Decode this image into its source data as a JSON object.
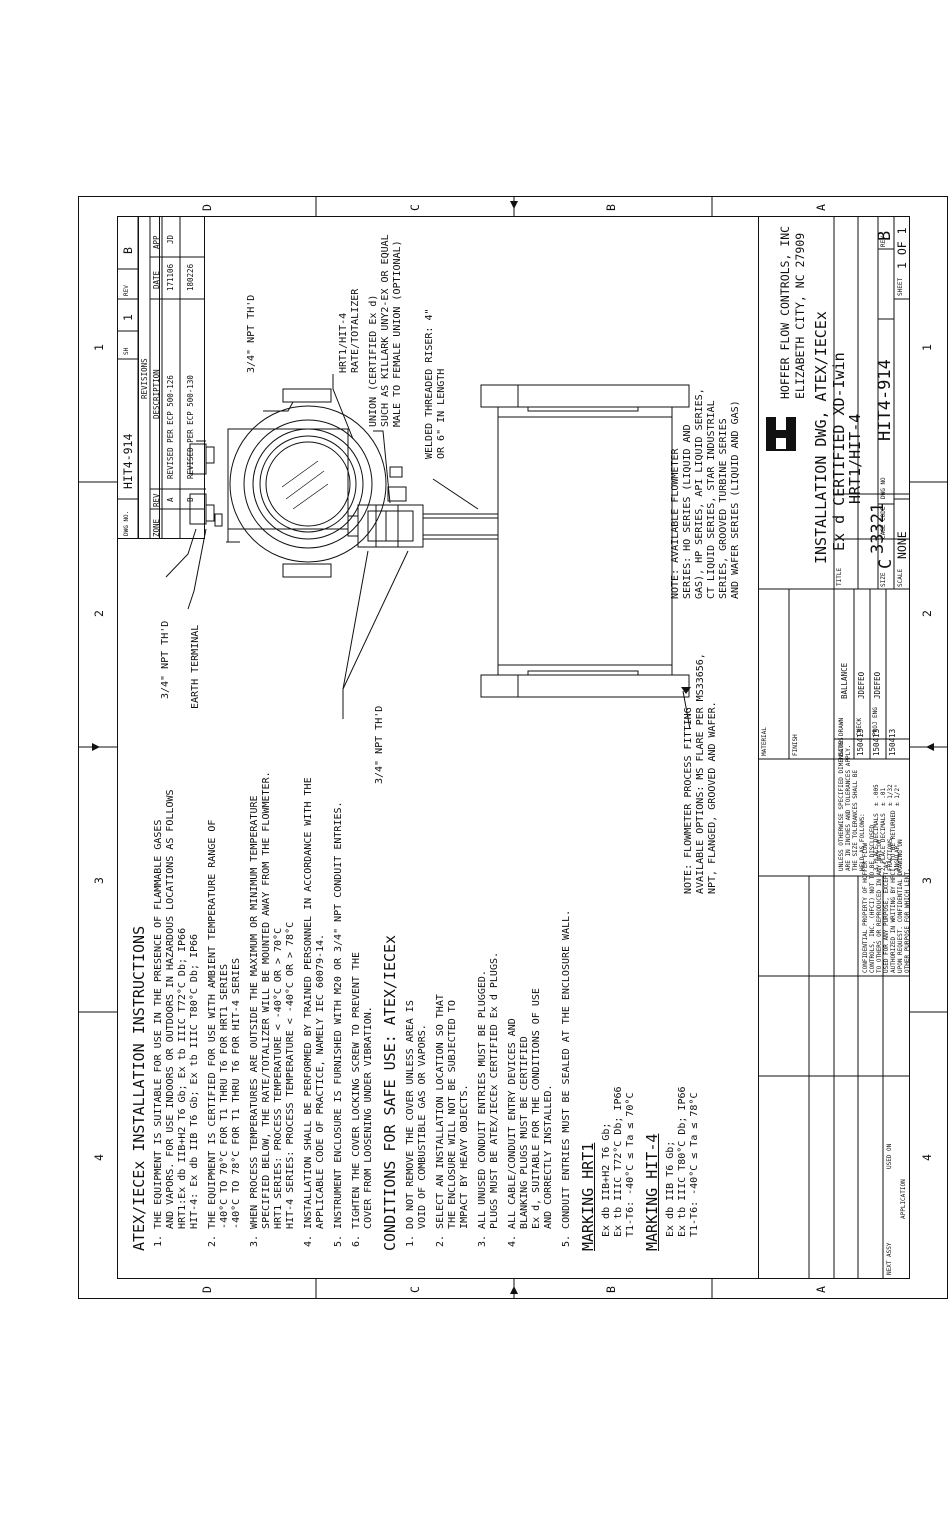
{
  "zones": {
    "columns": [
      "4",
      "3",
      "2",
      "1"
    ],
    "rows": [
      "D",
      "C",
      "B",
      "A"
    ]
  },
  "instructions": {
    "title": "ATEX/IECEx INSTALLATION INSTRUCTIONS",
    "items": [
      "1. THE EQUIPMENT IS SUITABLE FOR USE IN THE PRESENCE OF FLAMMABLE GASES\n   AND VAPORS. FOR USE INDOORS OR OUTDOORS IN HAZARDOUS LOCATIONS AS FOLLOWS\n   HRT1:Ex db IIB+H2 T6 Gb; Ex tb IIIC T72°C Db; IP66\n   HIT-4: Ex db IIB T6 Gb; Ex tb IIIC T80°C Db; IP66",
      "2. THE EQUIPMENT IS CERTIFIED FOR USE WITH AMBIENT TEMPERATURE RANGE OF\n   -40°C TO 70°C FOR T1 THRU T6 FOR HRT1 SERIES\n   -40°C TO 78°C FOR T1 THRU T6 FOR HIT-4 SERIES",
      "3. WHEN PROCESS TEMPERATURES ARE OUTSIDE THE MAXIMUM OR MINIMUM TEMPERATURE\n   SPECIFIED BELOW, THE RATE/TOTALIZER WILL BE MOUNTED AWAY FROM THE FLOWMETER.\n   HRT1 SERIES: PROCESS TEMPERATURE < -40°C OR > 70°C\n   HIT-4 SERIES: PROCESS TEMPERATURE < -40°C OR > 78°C",
      "4. INSTALLATION SHALL BE PERFORMED BY TRAINED PERSONNEL IN ACCORDANCE WITH THE\n   APPLICABLE CODE OF PRACTICE, NAMELY IEC 60079-14.",
      "5. INSTRUMENT ENCLOSURE IS FURNISHED WITH M20 OR 3/4\" NPT CONDUIT ENTRIES.",
      "6. TIGHTEN THE COVER LOCKING SCREW TO PREVENT THE\n   COVER FROM LOOSENING UNDER VIBRATION."
    ]
  },
  "conditions": {
    "title": "CONDITIONS FOR SAFE USE: ATEX/IECEx",
    "items": [
      "1. DO NOT REMOVE THE COVER UNLESS AREA IS\n   VOID OF COMBUSTIBLE GAS OR VAPORS.",
      "2. SELECT AN INSTALLATION LOCATION SO THAT\n   THE ENCLOSURE WILL NOT BE SUBJECTED TO\n   IMPACT BY HEAVY OBJECTS.",
      "3. ALL UNUSED CONDUIT ENTRIES MUST BE PLUGGED.\n   PLUGS MUST BE ATEX/IECEx CERTIFIED Ex d PLUGS.",
      "4. ALL CABLE/CONDUIT ENTRY DEVICES AND\n   BLANKING PLUGS MUST BE CERTIFIED\n   Ex d, SUITABLE FOR THE CONDITIONS OF USE\n   AND CORRECTLY INSTALLED.",
      "5. CONDUIT ENTRIES MUST BE SEALED AT THE ENCLOSURE WALL."
    ]
  },
  "marking_hrt1": {
    "title": "MARKING HRT1",
    "lines": "Ex db IIB+H2 T6 Gb;\nEx tb IIIC T72°C Db; IP66\nT1-T6: -40°C ≤ Ta ≤ 70°C"
  },
  "marking_hit4": {
    "title": "MARKING HIT-4",
    "lines": "Ex db IIB T6 Gb;\nEx tb IIIC T80°C Db; IP66\nT1-T6: -40°C ≤ Ta ≤ 78°C"
  },
  "callouts": {
    "npt_top_left": "3/4\" NPT TH'D",
    "earth_terminal": "EARTH TERMINAL",
    "npt_bottom": "3/4\" NPT TH'D",
    "npt_top_right": "3/4\" NPT TH'D",
    "rate_totalizer": "HRT1/HIT-4\nRATE/TOTALIZER",
    "union": "UNION (CERTIFIED Ex d)\nSUCH AS KILLARK UNY2-EX OR EQUAL\nMALE TO FEMALE UNION (OPTIONAL)",
    "riser": "WELDED THREADED RISER: 4\"\nOR 6\" IN LENGTH",
    "note_flowmeter": "NOTE: AVAILABLE FLOWMETER\nSERIES: HO SERIES (LIQUID AND\nGAS), HP SERIES, API LIQUID SERIES,\nCT LIQUID SERIES, STAR INDUSTRIAL\nSERIES, GROOVED TURBINE SERIES\nAND WAFER SERIES (LIQUID AND GAS)",
    "note_fitting": "NOTE: FLOWMETER PROCESS FITTING\nAVAILABLE OPTIONS: MS FLARE PER MS33656,\nNPT, FLANGED, GROOVED AND WAFER."
  },
  "revisions": {
    "dwg_no_label": "DWG NO.",
    "dwg_no": "HIT4-914",
    "sh_label": "SH",
    "sh": "1",
    "rev_label": "REV",
    "rev": "B",
    "title": "REVISIONS",
    "headers": [
      "ZONE",
      "REV",
      "DESCRIPTION",
      "DATE",
      "APP"
    ],
    "rows": [
      [
        "",
        "A",
        "REVISED PER ECP 500-126",
        "171106",
        "JD"
      ],
      [
        "",
        "B",
        "REVISED PER ECP 500-130",
        "180226",
        ""
      ]
    ]
  },
  "title_block": {
    "company_line1": "HOFFER FLOW CONTROLS, INC",
    "company_line2": "ELIZABETH CITY, NC 27909",
    "title_label": "TITLE",
    "title_line1": "INSTALLATION DWG, ATEX/IECEx",
    "title_line2": "Ex d CERTIFIED XD-Iwin",
    "title_line3": "HRT1/HIT-4",
    "size_label": "SIZE",
    "size": "C",
    "cage_label": "CAGE CODE",
    "cage": "33321",
    "dwg_no_label": "DWG NO",
    "dwg_no": "HIT4-914",
    "rev_label": "REV",
    "rev": "B",
    "scale_label": "SCALE",
    "scale": "NONE",
    "sheet_label": "SHEET",
    "sheet": "1 OF 1",
    "drawn_label": "DRAWN",
    "drawn": "BALLANCE",
    "drawn_date": "150413",
    "check_label": "CHECK",
    "check": "JDEFEO",
    "check_date": "150413",
    "proj_label": "PROJ ENG",
    "proj": "JDEFEO",
    "proj_date": "150413",
    "date_label": "DATE",
    "material_label": "MATERIAL",
    "finish_label": "FINISH",
    "next_assy_label": "NEXT ASSY",
    "used_on_label": "USED ON",
    "application_label": "APPLICATION",
    "confidential": "CONFIDENTIAL PROPERTY OF HOFFER FLOW\nCONTROLS, INC. (HFCI) NOT TO BE DISCLOSED\nTO OTHERS OR REPRODUCED IN ANY WAY OR\nUSED FOR ANY PURPOSE, EXCEPT AS\nAUTHORIZED IN WRITING BY HFCI. TO BE RETURNED\nUPON REQUEST. CONFIDENTIAL DRAWING ON\nOTHER PURPOSE FOR WHICH LENT.",
    "tolerances": "UNLESS OTHERWISE SPECIFIED DIMENSIONS\nARE IN INCHES AND TOLERANCES APPLY.\nTHE SIZE TOLERANCES SHALL BE\nHELD AS FOLLOWS:\n\n3 PLACE DECIMALS  ± .005\n2 PLACE DECIMALS  ± .01\nFRACTIONS         ± 1/32\nANGULAR           ± 1/2°"
  }
}
